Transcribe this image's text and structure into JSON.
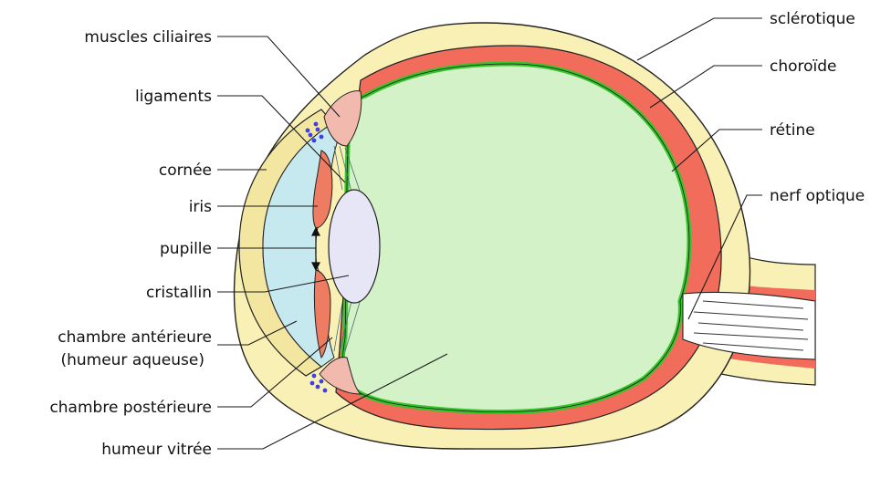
{
  "labels": {
    "muscles_ciliaires": "muscles ciliaires",
    "ligaments": "ligaments",
    "cornee": "cornée",
    "iris": "iris",
    "pupille": "pupille",
    "cristallin": "cristallin",
    "chambre_anterieure_l1": "chambre antérieure",
    "chambre_anterieure_l2": "(humeur aqueuse)",
    "chambre_posterieure": "chambre postérieure",
    "humeur_vitree": "humeur vitrée",
    "sclerotique": "sclérotique",
    "choroide": "choroïde",
    "retine": "rétine",
    "nerf_optique": "nerf optique"
  },
  "colors": {
    "sclera": "#f8f0b4",
    "choroid": "#f26c5c",
    "retina": "#36c42a",
    "vitreous": "#d4f2c8",
    "cornea": "#f3e6a0",
    "aqueous": "#c6e8ef",
    "iris": "#ee7c62",
    "ciliary": "#f2b9ae",
    "lens": "#e6e6f6",
    "nerve_sheath": "#f8f0b4",
    "vessels": "#4040e0"
  }
}
